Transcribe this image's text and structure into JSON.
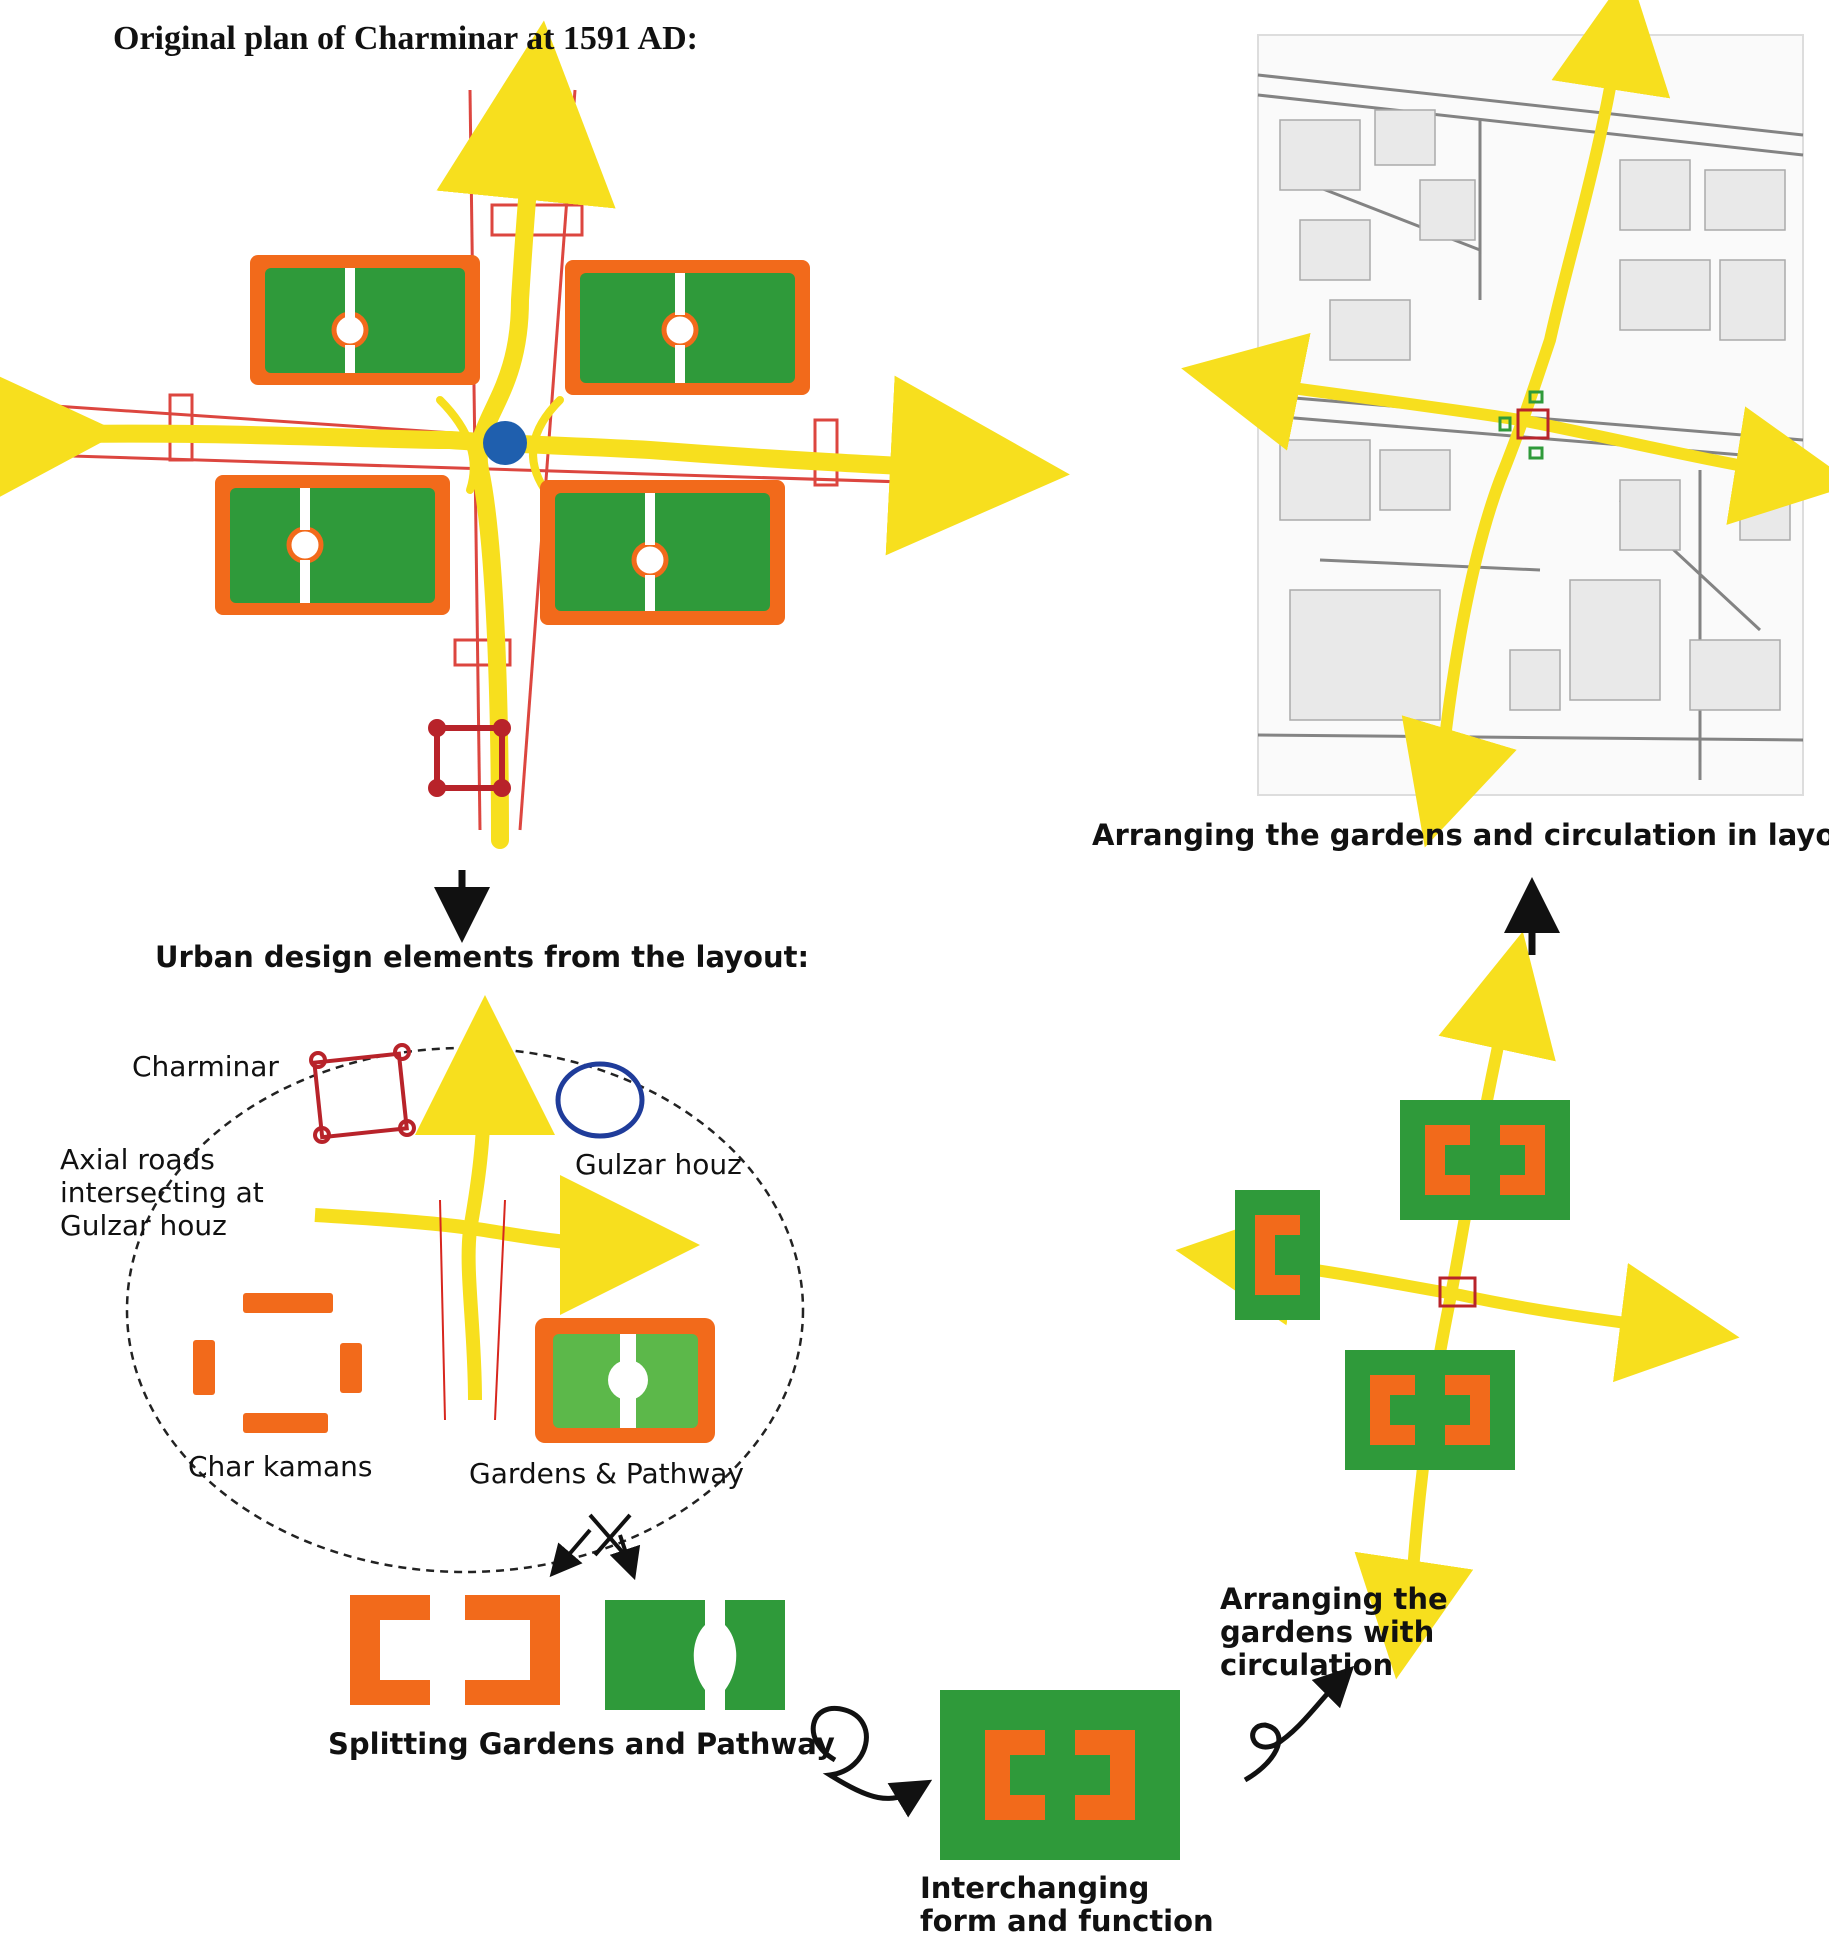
{
  "titles": {
    "original_plan": "Original plan of Charminar at 1591 AD:",
    "urban_elements": "Urban design elements from the layout:",
    "arranging_layout": "Arranging the gardens and circulation in layout",
    "arranging_circulation": "Arranging the gardens with circulation",
    "splitting": "Splitting Gardens and Pathway",
    "interchanging": "Interchanging form and function"
  },
  "elements": {
    "charminar": "Charminar",
    "axial_roads": "Axial roads intersecting at Gulzar houz",
    "gulzar_houz": "Gulzar houz",
    "char_kamans": "Char kamans",
    "gardens_pathway": "Gardens & Pathway"
  },
  "colors": {
    "road": "#f7df1e",
    "pathway": "#f26a1b",
    "garden": "#2f9a3a",
    "garden_light": "#5cb84a",
    "charminar": "#b8232a",
    "gulzar_houz": "#1f5fae",
    "map_lines": "#555555",
    "arrow": "#111111"
  },
  "icons": [
    "down-arrow-icon",
    "up-arrow-icon",
    "scissors-icon",
    "curl-arrow-icon"
  ]
}
